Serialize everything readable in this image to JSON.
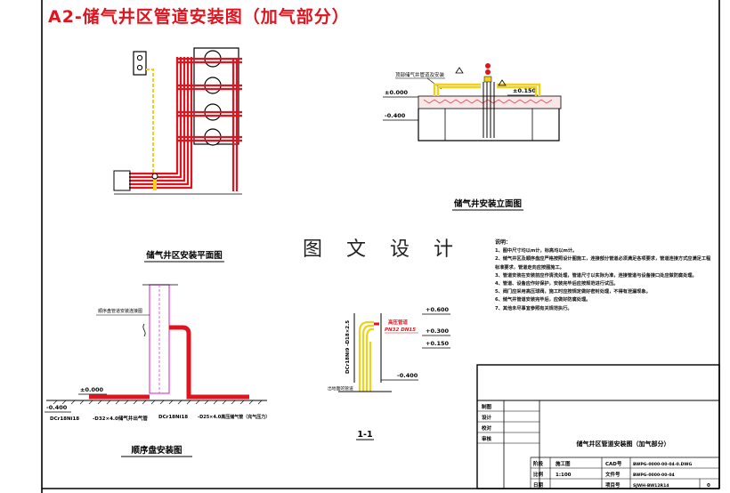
{
  "title": "A2-储气井区管道安装图（加气部分）",
  "watermark": "图 文 设 计",
  "views": {
    "plan": {
      "caption": "储气井区安装平面图"
    },
    "elevation": {
      "caption": "储气井安装立面图",
      "tag": "顶部储气井管道及安装",
      "levels": [
        "±0.000",
        "-0.400",
        "±0.150"
      ]
    },
    "valve": {
      "caption": "顺序盘安装图",
      "tag": "顺序盘管道安装连接图",
      "levels": [
        "±0.000",
        "-0.400"
      ],
      "pipe_labels": [
        "DCr18Ni18",
        "-D32×4.0储气井出气管",
        "DCr18Ni18",
        "-D25×4.0高压储气管（充气压力）"
      ]
    },
    "section": {
      "caption": "1-1",
      "tag_top": "高压管道",
      "tag_note": "PN32 DN15",
      "vertical_note": "DCr18Ni9 -D18×2.5",
      "bottom_note": "出地面的管道",
      "levels": [
        "+0.600",
        "+0.300",
        "+0.150",
        "-0.400"
      ]
    }
  },
  "notes": {
    "heading": "说明：",
    "items": [
      "1、图中尺寸均以m计，标高均以m计。",
      "2、储气井区及顺序盘应严格按照设计图施工，连接部分管道必须满足各项要求，管道连接方式应满足工程标准要求，管道走向应按图施工。",
      "3、管道安装在安装前应作清洗处理，管道尺寸以实际为准，连接管道与设备接口处应做防腐处理。",
      "4、管道、设备应作好保护，安装完毕后应按规范进行试压。",
      "5、阀门应采用高压球阀，施工时应按规定做好密封处理，不得有泄漏现象。",
      "6、储气井管道安装完毕后，应做好防腐处理。",
      "7、其他未尽事宜参照有关规范执行。"
    ]
  },
  "title_block": {
    "rows": [
      "制图",
      "设计",
      "校对",
      "审核"
    ],
    "drawing_name": "储气井区管道安装图（加气部分）",
    "stage_label": "阶段",
    "stage_value": "施工图",
    "scale_label": "比例",
    "scale_value": "1:100",
    "date_label": "日期",
    "cad_label": "CAD号",
    "cad_value": "BWPG-0000-00-04-0.DWG",
    "doc_label": "文件号",
    "doc_value": "BWPG-0000-00-04",
    "proj_label": "项目号",
    "proj_value": "SJWH-BW12R14",
    "sheet_value": "0"
  }
}
